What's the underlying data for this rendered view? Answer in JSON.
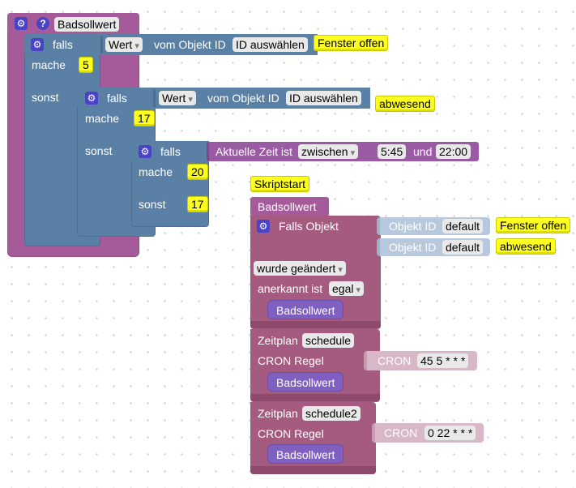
{
  "fn1": {
    "title": "Badsollwert",
    "if1": {
      "falls": "falls",
      "field": "Wert",
      "of_object": "vom Objekt ID",
      "id_button": "ID auswählen",
      "compare": "Fenster offen",
      "mache": "mache",
      "mache_value": "5",
      "sonst": "sonst"
    },
    "if2": {
      "falls": "falls",
      "field": "Wert",
      "of_object": "vom Objekt ID",
      "id_button": "ID auswählen",
      "compare": "abwesend",
      "mache": "mache",
      "mache_value": "17",
      "sonst": "sonst"
    },
    "if3": {
      "falls": "falls",
      "time_label": "Aktuelle Zeit ist",
      "mode": "zwischen",
      "from": "5:45",
      "and": "und",
      "to": "22:00",
      "mache": "mache",
      "mache_value": "20",
      "sonst": "sonst",
      "sonst_value": "17"
    }
  },
  "script": {
    "start_label": "Skriptstart",
    "call_label": "Badsollwert",
    "trigger": {
      "falls_objekt": "Falls Objekt",
      "objekt_id_1": "Objekt ID",
      "default_1": "default",
      "value_1": "Fenster offen",
      "objekt_id_2": "Objekt ID",
      "default_2": "default",
      "value_2": "abwesend",
      "event": "wurde geändert",
      "ack_label": "anerkannt ist",
      "ack_value": "egal",
      "call": "Badsollwert"
    },
    "schedule1": {
      "label": "Zeitplan",
      "name": "schedule",
      "cron_label": "CRON Regel",
      "cron_key": "CRON",
      "cron_value": "45 5 * * *",
      "call": "Badsollwert"
    },
    "schedule2": {
      "label": "Zeitplan",
      "name": "schedule2",
      "cron_label": "CRON Regel",
      "cron_key": "CRON",
      "cron_value": "0 22 * * *",
      "call": "Badsollwert"
    }
  },
  "colors": {
    "function_block": "#a55b99",
    "logic_block": "#5b80a5",
    "trigger_block": "#a55b80",
    "text_block": "#ffff20",
    "icon": "#4a43c6"
  },
  "icons": {
    "gear": "gear-icon",
    "help": "help-icon"
  }
}
